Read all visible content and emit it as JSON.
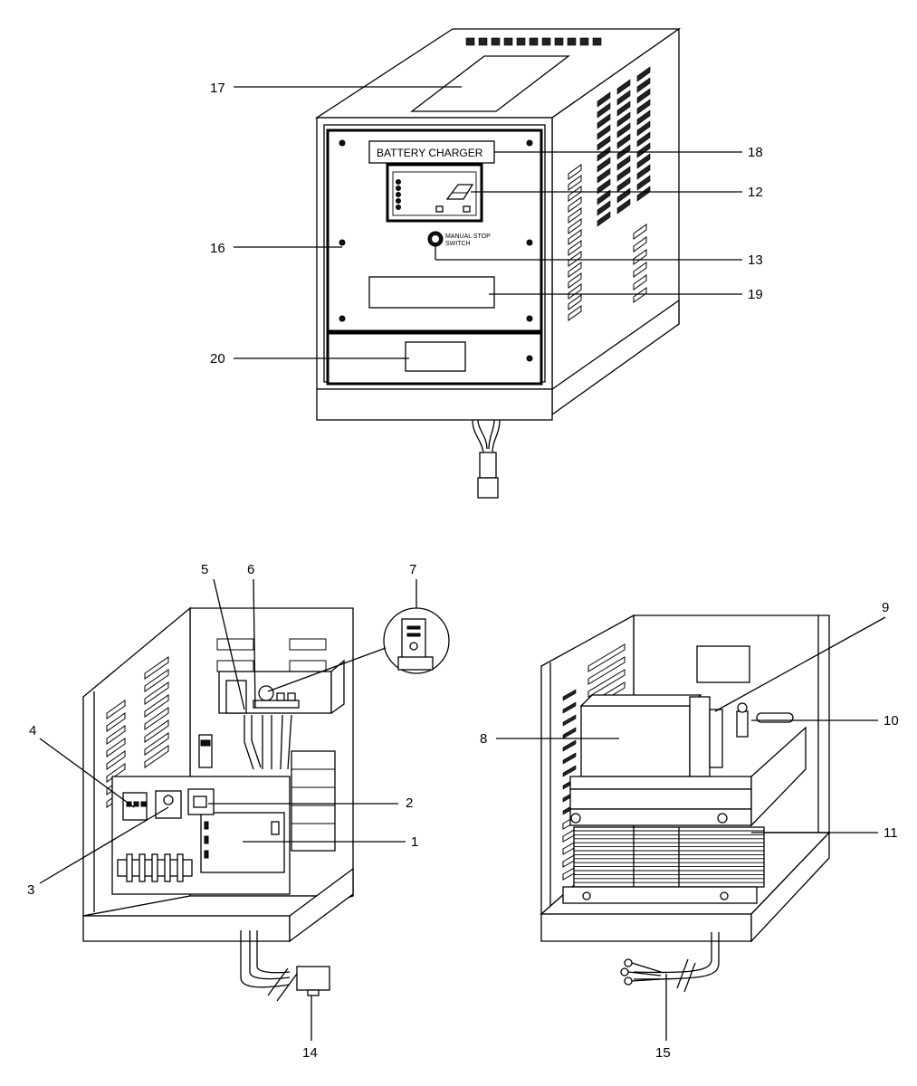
{
  "panel": {
    "nameplate": "BATTERY CHARGER",
    "switch_label_1": "MANUAL STOP",
    "switch_label_2": "SWITCH"
  },
  "callouts": [
    {
      "id": "c1",
      "label": "1"
    },
    {
      "id": "c2",
      "label": "2"
    },
    {
      "id": "c3",
      "label": "3"
    },
    {
      "id": "c4",
      "label": "4"
    },
    {
      "id": "c5",
      "label": "5"
    },
    {
      "id": "c6",
      "label": "6"
    },
    {
      "id": "c7",
      "label": "7"
    },
    {
      "id": "c8",
      "label": "8"
    },
    {
      "id": "c9",
      "label": "9"
    },
    {
      "id": "c10",
      "label": "10"
    },
    {
      "id": "c11",
      "label": "11"
    },
    {
      "id": "c12",
      "label": "12"
    },
    {
      "id": "c13",
      "label": "13"
    },
    {
      "id": "c14",
      "label": "14"
    },
    {
      "id": "c15",
      "label": "15"
    },
    {
      "id": "c16",
      "label": "16"
    },
    {
      "id": "c17",
      "label": "17"
    },
    {
      "id": "c18",
      "label": "18"
    },
    {
      "id": "c19",
      "label": "19"
    },
    {
      "id": "c20",
      "label": "20"
    }
  ]
}
